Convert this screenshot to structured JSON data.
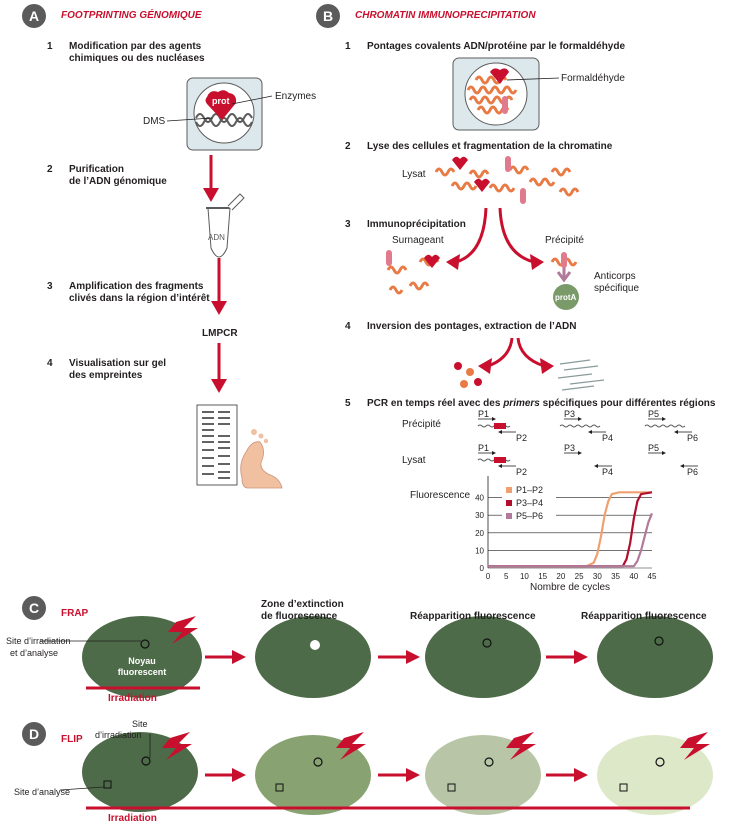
{
  "panelA": {
    "letter": "A",
    "title": "FOOTPRINTING GÉNOMIQUE",
    "steps": [
      {
        "num": "1",
        "l1": "Modification par des agents",
        "l2": "chimiques ou des nucléases"
      },
      {
        "num": "2",
        "l1": "Purification",
        "l2": "de l’ADN génomique"
      },
      {
        "num": "3",
        "l1": "Amplification des fragments",
        "l2": "clivés dans la région d’intérêt"
      },
      {
        "num": "4",
        "l1": "Visualisation sur gel",
        "l2": "des empreintes"
      }
    ],
    "prot": "prot",
    "enzymes": "Enzymes",
    "dms": "DMS",
    "tube": "ADN",
    "lmpcr": "LMPCR"
  },
  "panelB": {
    "letter": "B",
    "title": "CHROMATIN IMMUNOPRECIPITATION",
    "steps": [
      {
        "num": "1",
        "text": "Pontages covalents ADN/protéine par le formaldéhyde"
      },
      {
        "num": "2",
        "text": "Lyse des cellules et fragmentation de la chromatine"
      },
      {
        "num": "3",
        "text": "Immunoprécipitation"
      },
      {
        "num": "4",
        "text": "Inversion des pontages, extraction de l’ADN"
      },
      {
        "num": "5",
        "pre": "PCR en temps réel avec des ",
        "em": "primers",
        "post": " spécifiques pour différentes régions"
      }
    ],
    "formaldehyde": "Formaldéhyde",
    "lysat": "Lysat",
    "surnageant": "Surnageant",
    "precipite": "Précipité",
    "anticorps": "Anticorps",
    "specifique": "spécifique",
    "protA": "protA",
    "row_precipite": "Précipité",
    "row_lysat": "Lysat",
    "primers": [
      "P1",
      "P2",
      "P3",
      "P4",
      "P5",
      "P6"
    ],
    "colors": {
      "red": "#c8102e",
      "salmon": "#f0a070",
      "mauve": "#b07a9a"
    }
  },
  "chart_data": {
    "type": "line",
    "ylabel": "Fluorescence",
    "xlabel": "Nombre de cycles",
    "x_ticks": [
      0,
      5,
      10,
      15,
      20,
      25,
      30,
      35,
      40,
      45
    ],
    "y_ticks": [
      0,
      10,
      20,
      30,
      40
    ],
    "xlim": [
      0,
      45
    ],
    "ylim": [
      0,
      50
    ],
    "grid": "horizontal",
    "legend": "top-left",
    "series": [
      {
        "name": "P1–P2",
        "color": "#f0a070",
        "x": [
          0,
          27,
          29,
          30,
          31,
          32,
          33,
          34,
          36,
          45
        ],
        "y": [
          1,
          1,
          3,
          8,
          18,
          30,
          38,
          42,
          43,
          43
        ]
      },
      {
        "name": "P3–P4",
        "color": "#b0102e",
        "x": [
          0,
          37,
          38,
          39,
          40,
          41,
          42,
          45
        ],
        "y": [
          1,
          1,
          5,
          14,
          28,
          38,
          42,
          43
        ]
      },
      {
        "name": "P5–P6",
        "color": "#b07a9a",
        "x": [
          0,
          40,
          41,
          42,
          43,
          44,
          45
        ],
        "y": [
          1,
          1,
          4,
          10,
          18,
          26,
          31
        ]
      }
    ]
  },
  "panelC": {
    "letter": "C",
    "name": "FRAP",
    "site": "Site d’irradiation",
    "site2": "et d’analyse",
    "noyau": "Noyau",
    "fluorescent": "fluorescent",
    "irradiation": "Irradiation",
    "zone": "Zone d’extinction",
    "zone2": "de fluorescence",
    "reappear1": "Réapparition fluorescence",
    "reappear2": "Réapparition fluorescence"
  },
  "panelD": {
    "letter": "D",
    "name": "FLIP",
    "site": "Site",
    "site2": "d’irradiation",
    "analyse": "Site d’analyse",
    "irradiation": "Irradiation",
    "cell_colors": [
      "#4d6b48",
      "#88a371",
      "#b8c6a7",
      "#dde8c9"
    ]
  }
}
